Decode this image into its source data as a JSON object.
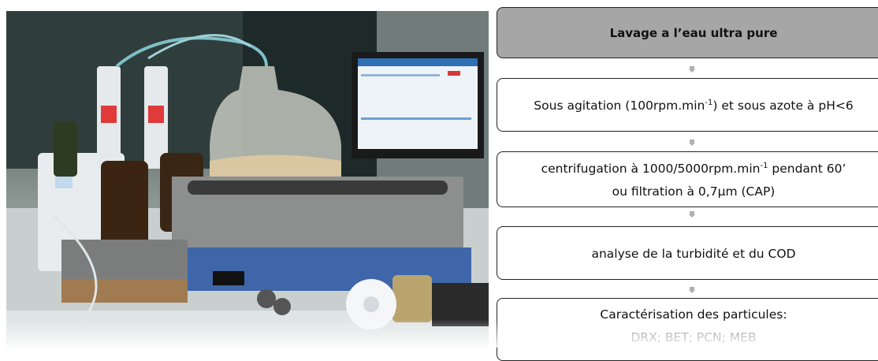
{
  "flow": {
    "step1": "Lavage a l’eau ultra pure",
    "step2_a": "Sous agitation (100rpm.min",
    "step2_sup": "-1",
    "step2_b": ")  et sous azote à pH<6",
    "step3_a": "centrifugation à 1000/5000rpm.min",
    "step3_sup": "-1",
    "step3_b": " pendant 60’",
    "step3_line2": "ou filtration à 0,7µm (CAP)",
    "step4": "analyse de la turbidité et du COD",
    "step5_line1": "Caractérisation des particules:",
    "step5_line2": "DRX; BET; PCN; MEB"
  },
  "colors": {
    "header_box": "#a6a6a6",
    "arrow": "#b0b0b0",
    "border": "#222222",
    "faded_text": "#8a8a8a"
  }
}
